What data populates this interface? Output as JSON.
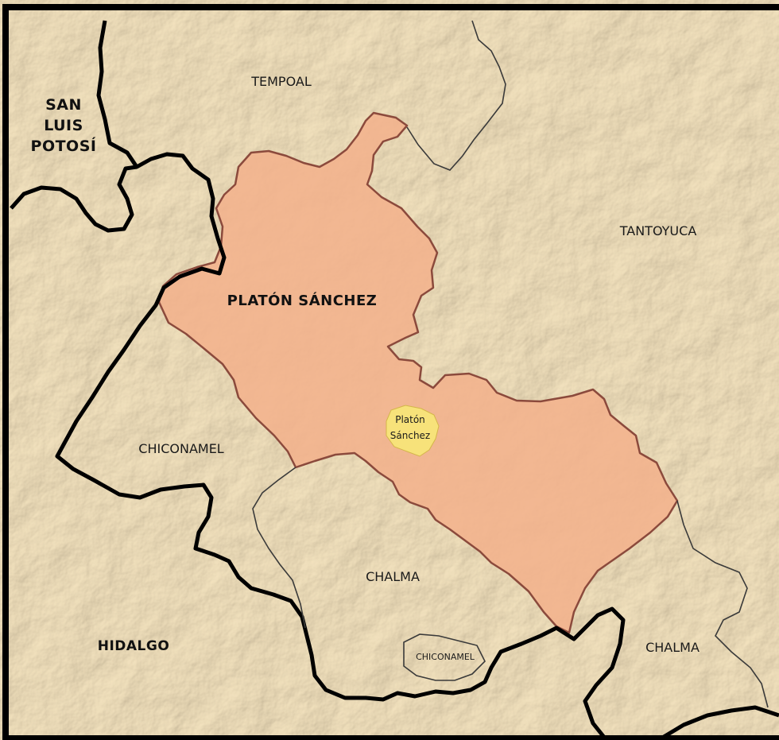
{
  "map": {
    "regions": {
      "san_luis_potosi": [
        "SAN",
        "LUIS",
        "POTOSÍ"
      ],
      "hidalgo": "HIDALGO"
    },
    "municipalities": {
      "platon_sanchez": "PLATÓN SÁNCHEZ",
      "tempoal": "TEMPOAL",
      "tantoyuca": "TANTOYUCA",
      "chiconamel": "CHICONAMEL",
      "chiconamel_small": "CHICONAMEL",
      "chalma_center": "CHALMA",
      "chalma_east": "CHALMA"
    },
    "town": [
      "Platón",
      "Sánchez"
    ],
    "colors": {
      "terrain": "#e2cd9a",
      "terrain_shade": "#c9b07a",
      "highlight_fill": "#f2b28c",
      "highlight_border": "#8b4a3c",
      "town_fill": "#f7e27a",
      "state_border": "#000000",
      "municipal_border": "#3a3a3a",
      "frame": "#000000"
    }
  }
}
